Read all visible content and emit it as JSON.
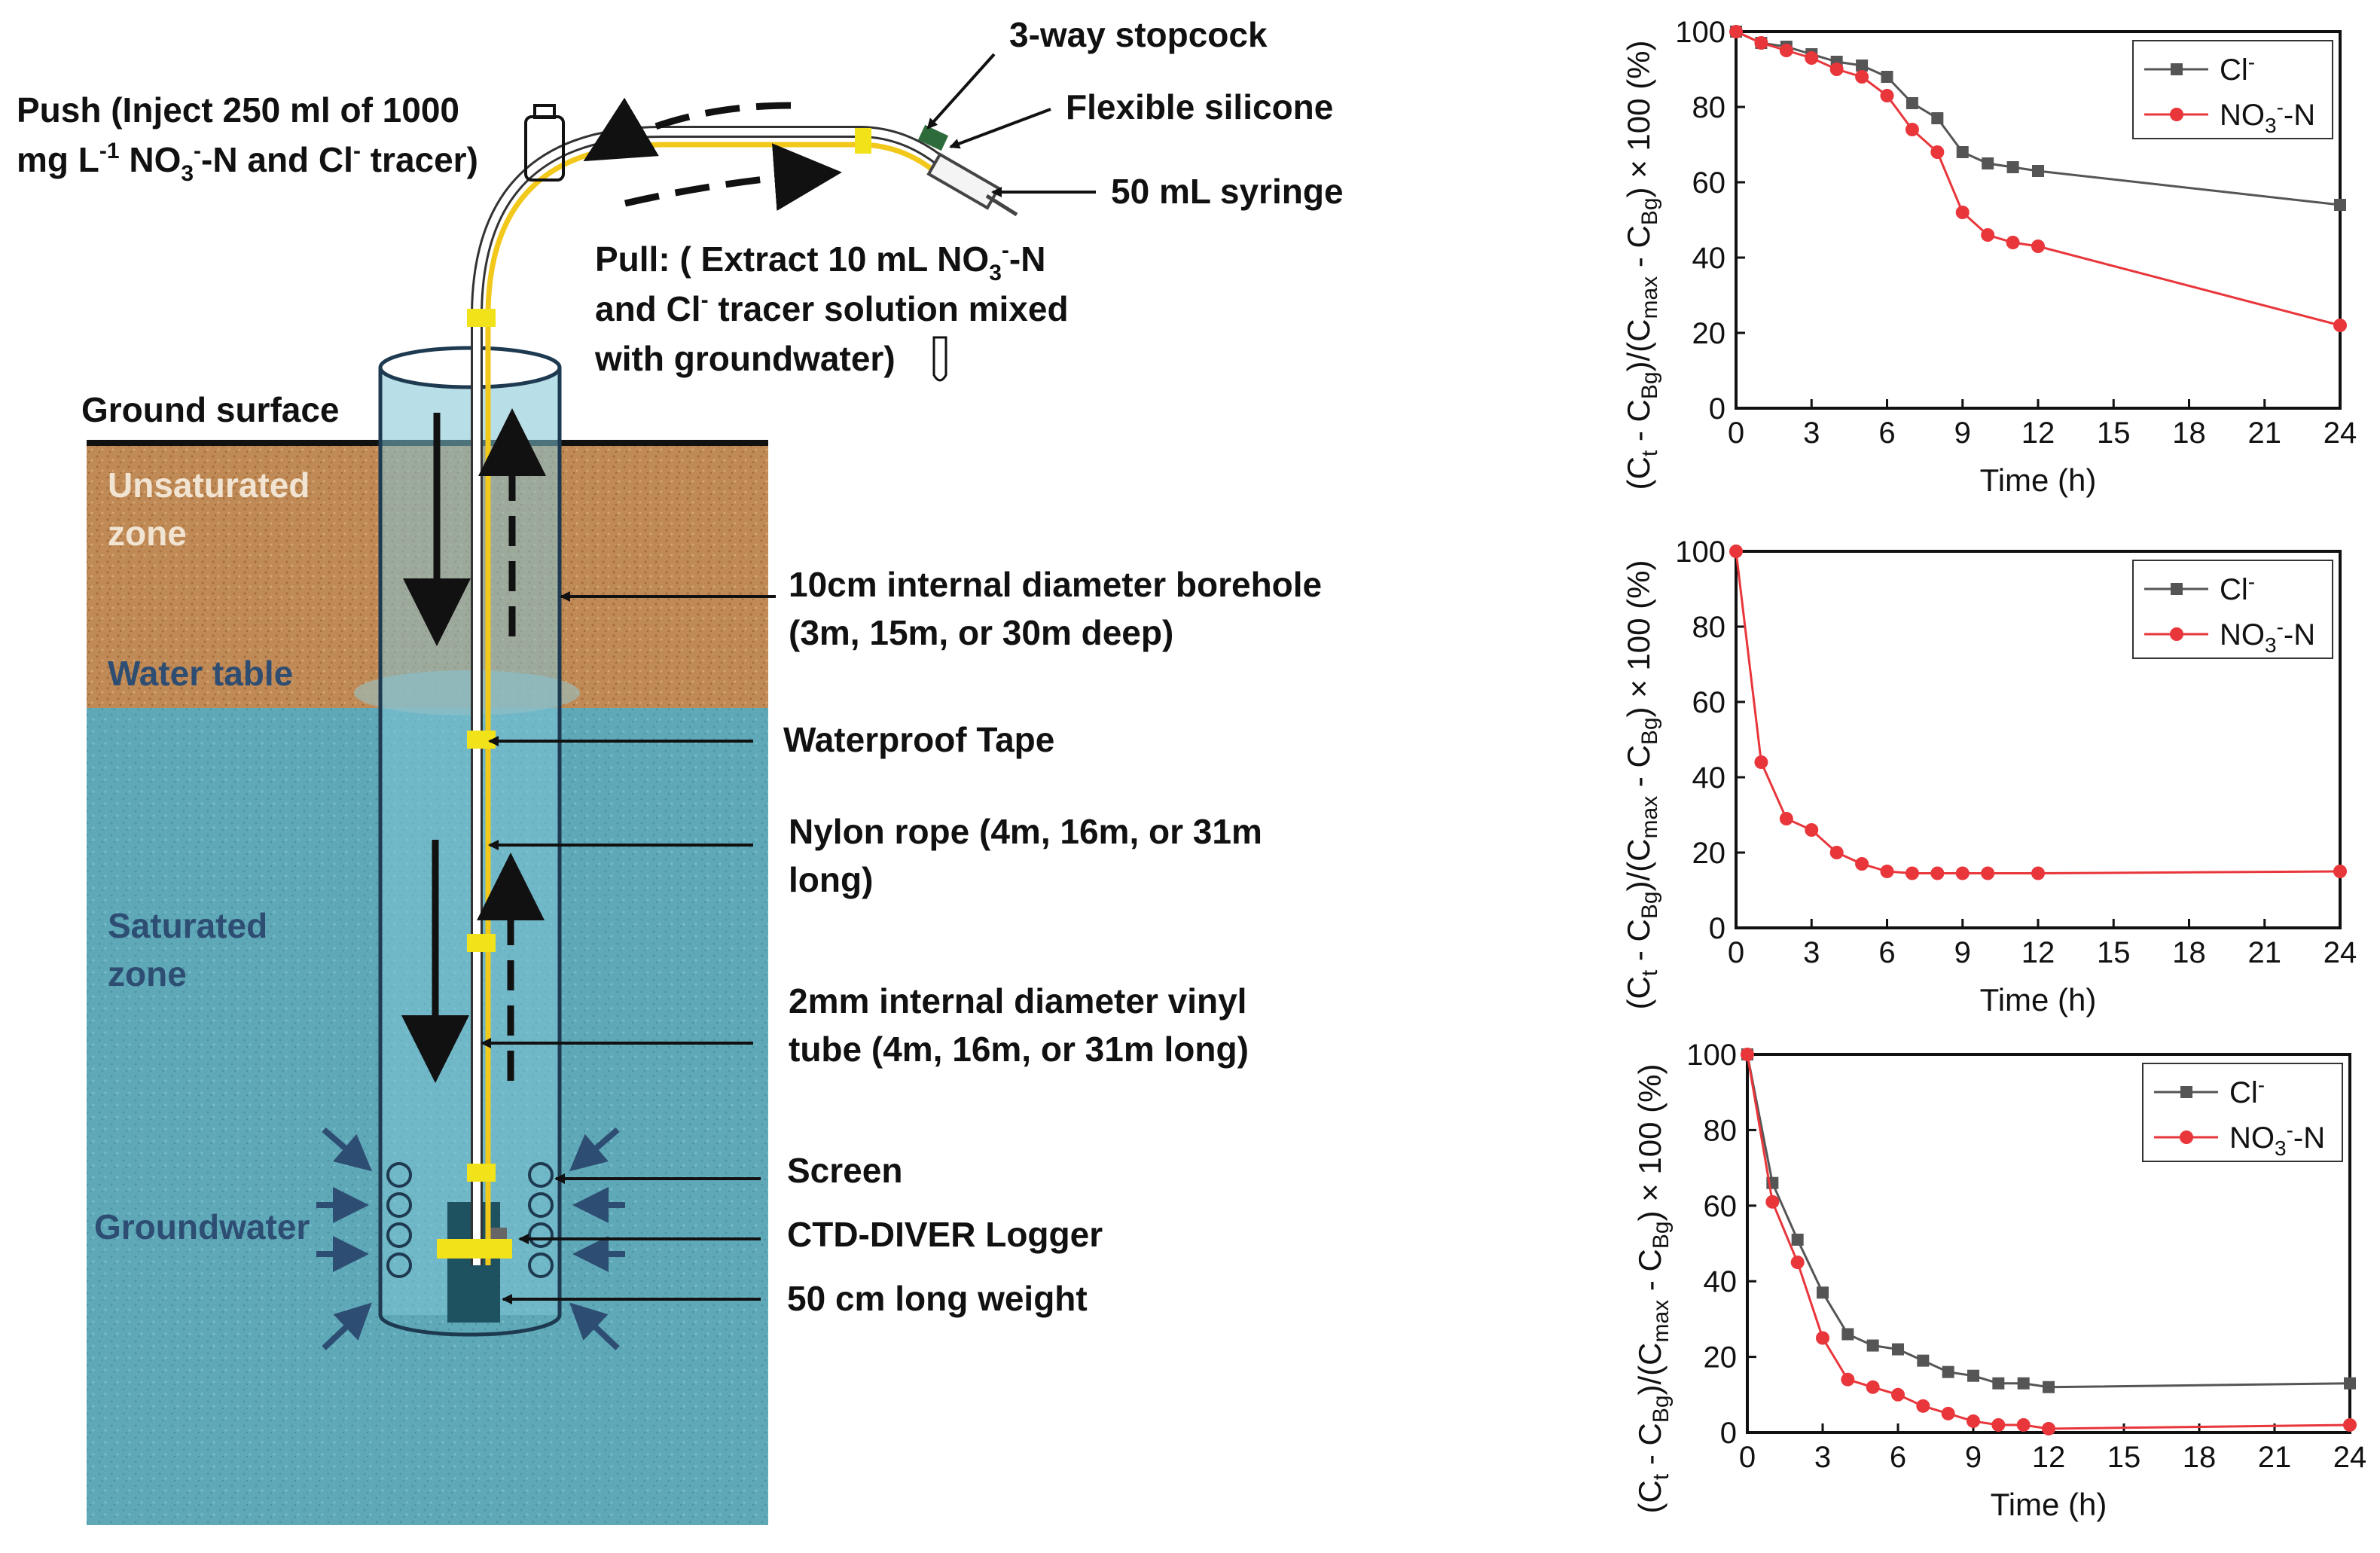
{
  "diagram": {
    "labels": {
      "stopcock": "3-way stopcock",
      "silicone": "Flexible silicone",
      "syringe": "50 mL syringe",
      "push": "Push (Inject 250 ml of 1000 mg L-1 NO3--N and Cl- tracer)",
      "pull": "Pull: ( Extract 10 mL NO3--N and Cl- tracer solution mixed with groundwater)",
      "ground_surface": "Ground surface",
      "unsaturated_zone": "Unsaturated zone",
      "water_table": "Water table",
      "saturated_zone": "Saturated zone",
      "groundwater": "Groundwater",
      "borehole": "10cm internal diameter borehole (3m, 15m, or 30m deep)",
      "tape": "Waterproof Tape",
      "rope": "Nylon rope (4m, 16m, or 31m long)",
      "tube": "2mm internal diameter vinyl tube (4m, 16m, or 31m long)",
      "screen": "Screen",
      "logger": "CTD-DIVER Logger",
      "weight": "50 cm long weight"
    },
    "colors": {
      "soil": "#c08a56",
      "water": "#5fa8b8",
      "tape": "#f2e21a",
      "arrow": "#2e4d72",
      "logger": "#1f5260"
    }
  },
  "chart_data": [
    {
      "type": "line",
      "xlabel": "Time (h)",
      "ylabel": "(Ct - CBg)/(Cmax - CBg) × 100 (%)",
      "xlim": [
        0,
        24
      ],
      "ylim": [
        0,
        100
      ],
      "xticks": [
        0,
        3,
        6,
        9,
        12,
        15,
        18,
        21,
        24
      ],
      "yticks": [
        0,
        20,
        40,
        60,
        80,
        100
      ],
      "legend": "top-right",
      "series": [
        {
          "name": "Cl-",
          "color": "#555555",
          "marker": "square",
          "x": [
            0,
            1,
            2,
            3,
            4,
            5,
            6,
            7,
            8,
            9,
            10,
            11,
            12,
            24
          ],
          "y": [
            100,
            97,
            96,
            94,
            92,
            91,
            88,
            81,
            77,
            68,
            65,
            64,
            63,
            54
          ]
        },
        {
          "name": "NO3--N",
          "color": "#e8363b",
          "marker": "circle",
          "x": [
            0,
            1,
            2,
            3,
            4,
            5,
            6,
            7,
            8,
            9,
            10,
            11,
            12,
            24
          ],
          "y": [
            100,
            97,
            95,
            93,
            90,
            88,
            83,
            74,
            68,
            52,
            46,
            44,
            43,
            22
          ]
        }
      ]
    },
    {
      "type": "line",
      "xlabel": "Time (h)",
      "ylabel": "(Ct - CBg)/(Cmax - CBg) × 100 (%)",
      "xlim": [
        0,
        24
      ],
      "ylim": [
        0,
        100
      ],
      "xticks": [
        0,
        3,
        6,
        9,
        12,
        15,
        18,
        21,
        24
      ],
      "yticks": [
        0,
        20,
        40,
        60,
        80,
        100
      ],
      "legend": "top-right",
      "series": [
        {
          "name": "Cl-",
          "color": "#555555",
          "marker": "square",
          "x": [],
          "y": []
        },
        {
          "name": "NO3--N",
          "color": "#e8363b",
          "marker": "circle",
          "x": [
            0,
            1,
            2,
            3,
            4,
            5,
            6,
            7,
            8,
            9,
            10,
            12,
            24
          ],
          "y": [
            100,
            44,
            29,
            26,
            20,
            17,
            15,
            14.5,
            14.5,
            14.5,
            14.5,
            14.5,
            15
          ]
        }
      ]
    },
    {
      "type": "line",
      "xlabel": "Time (h)",
      "ylabel": "(Ct - CBg)/(Cmax - CBg) × 100 (%)",
      "xlim": [
        0,
        24
      ],
      "ylim": [
        0,
        100
      ],
      "xticks": [
        0,
        3,
        6,
        9,
        12,
        15,
        18,
        21,
        24
      ],
      "yticks": [
        0,
        20,
        40,
        60,
        80,
        100
      ],
      "legend": "top-right",
      "series": [
        {
          "name": "Cl-",
          "color": "#555555",
          "marker": "square",
          "x": [
            0,
            1,
            2,
            3,
            4,
            5,
            6,
            7,
            8,
            9,
            10,
            11,
            12,
            24
          ],
          "y": [
            100,
            66,
            51,
            37,
            26,
            23,
            22,
            19,
            16,
            15,
            13,
            13,
            12,
            13
          ]
        },
        {
          "name": "NO3--N",
          "color": "#e8363b",
          "marker": "circle",
          "x": [
            0,
            1,
            2,
            3,
            4,
            5,
            6,
            7,
            8,
            9,
            10,
            11,
            12,
            24
          ],
          "y": [
            100,
            61,
            45,
            25,
            14,
            12,
            10,
            7,
            5,
            3,
            2,
            2,
            1,
            2
          ]
        }
      ]
    }
  ]
}
